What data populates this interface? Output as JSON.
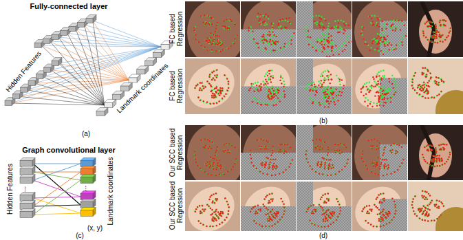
{
  "diagram": {
    "labels": [
      "Fully-connected layer",
      "Hidden Features",
      "Landmark coordinates",
      "(a)",
      "FC based Regression",
      "FC based Regression",
      "(b)",
      "Graph convolutional layer",
      "Hidden Features",
      "...",
      "...",
      "Landmark coordinates",
      "(x, y)",
      "(c)",
      "Our SCC based Regression",
      "Our SCC based Regression",
      "(d)"
    ]
  }
}
